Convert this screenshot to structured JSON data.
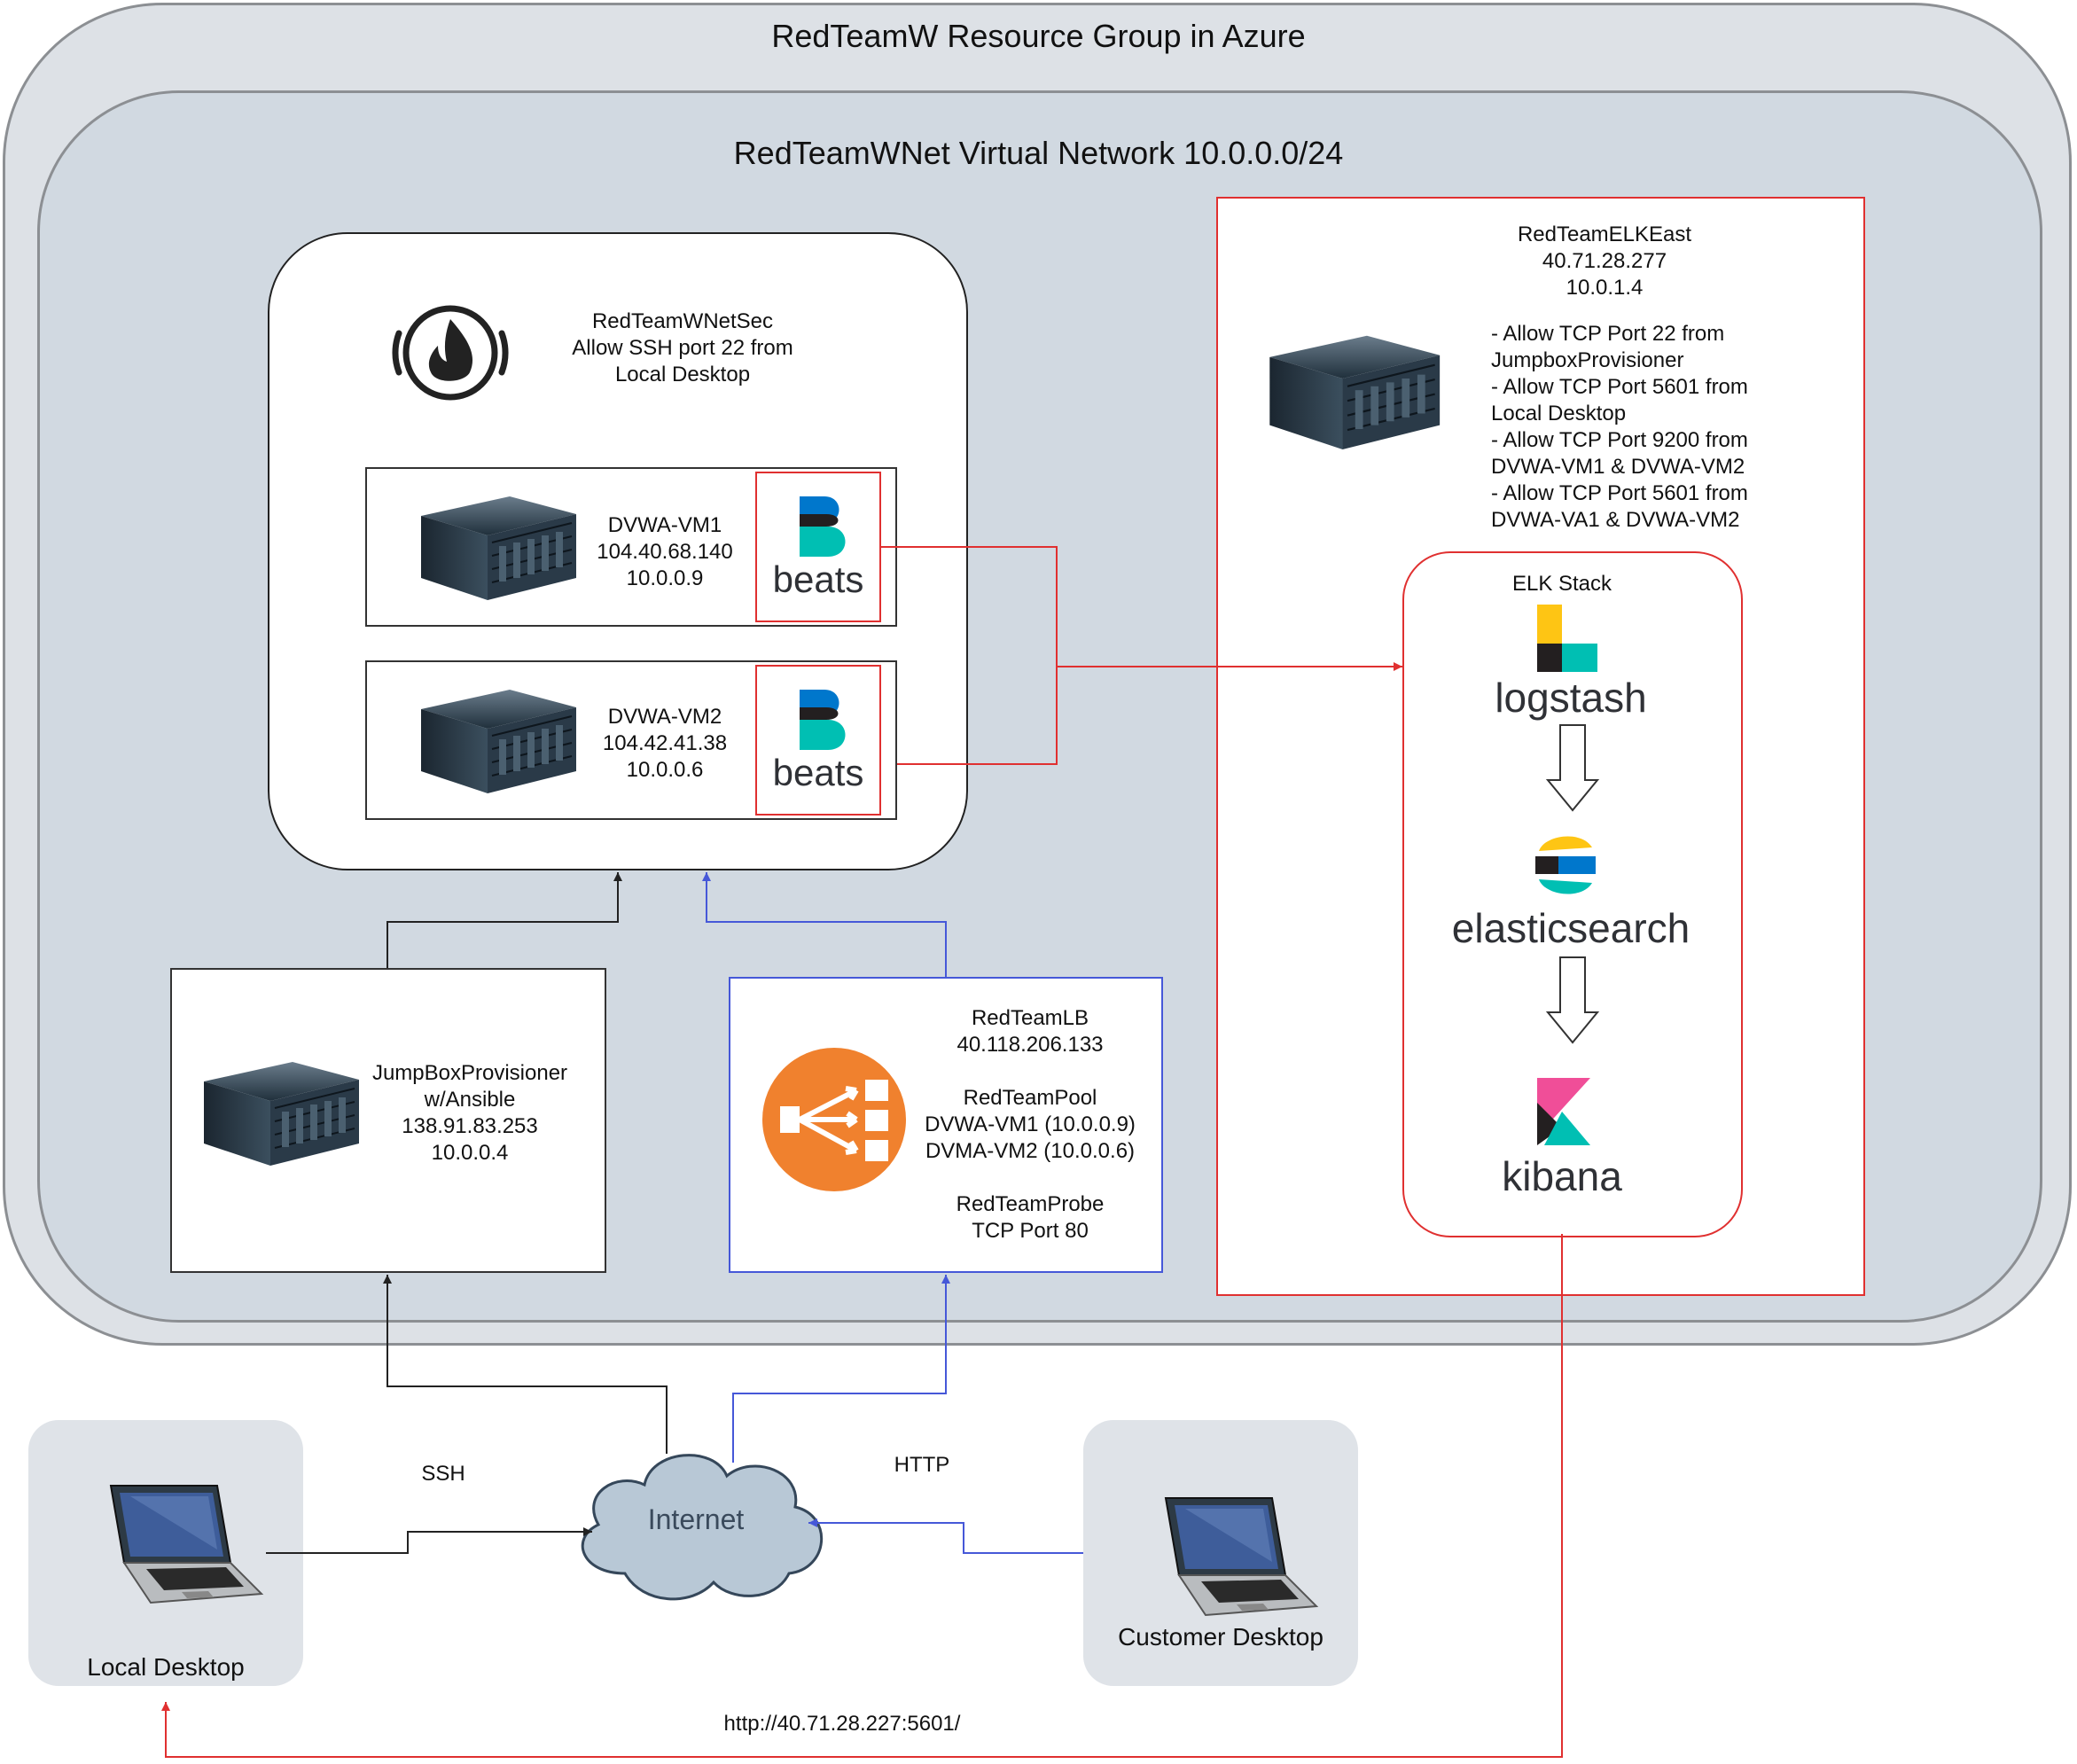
{
  "resource_group": {
    "title": "RedTeamW Resource Group in Azure"
  },
  "vnet": {
    "title": "RedTeamWNet Virtual Network 10.0.0.0/24"
  },
  "nsg": {
    "lines": [
      "RedTeamWNetSec",
      "Allow SSH port 22 from",
      "Local Desktop"
    ],
    "icon": "firewall-icon"
  },
  "vm1": {
    "lines": [
      "DVWA-VM1",
      "104.40.68.140",
      "10.0.0.9"
    ],
    "beats": "beats"
  },
  "vm2": {
    "lines": [
      "DVWA-VM2",
      "104.42.41.38",
      "10.0.0.6"
    ],
    "beats": "beats"
  },
  "elk_server": {
    "lines": [
      "RedTeamELKEast",
      "40.71.28.277",
      "10.0.1.4"
    ],
    "rules": [
      "-  Allow TCP Port 22 from",
      "JumpboxProvisioner",
      "-  Allow TCP Port 5601 from",
      "Local Desktop",
      "-  Allow TCP Port 9200 from",
      "DVWA-VM1 & DVWA-VM2",
      "-  Allow TCP Port 5601 from",
      "DVWA-VA1 & DVWA-VM2"
    ]
  },
  "elk_stack": {
    "title": "ELK Stack",
    "logstash": "logstash",
    "elasticsearch": "elasticsearch",
    "kibana": "kibana"
  },
  "jumpbox": {
    "lines": [
      "JumpBoxProvisioner",
      "w/Ansible",
      "138.91.83.253",
      "10.0.0.4"
    ]
  },
  "load_balancer": {
    "lines": [
      "RedTeamLB",
      "40.118.206.133",
      "",
      "RedTeamPool",
      "DVWA-VM1 (10.0.0.9)",
      "DVMA-VM2 (10.0.0.6)",
      "",
      "RedTeamProbe",
      "TCP Port 80"
    ]
  },
  "internet": {
    "label": "Internet"
  },
  "local_desktop": {
    "label": "Local Desktop"
  },
  "customer_desktop": {
    "label": "Customer Desktop"
  },
  "edges": {
    "ssh": "SSH",
    "http": "HTTP",
    "kibana_url": "http://40.71.28.227:5601/"
  },
  "colors": {
    "red": "#e03030",
    "blue": "#4658d8",
    "dark": "#222222",
    "cloud": "#b8c8d6",
    "lb_orange": "#f0812e"
  }
}
